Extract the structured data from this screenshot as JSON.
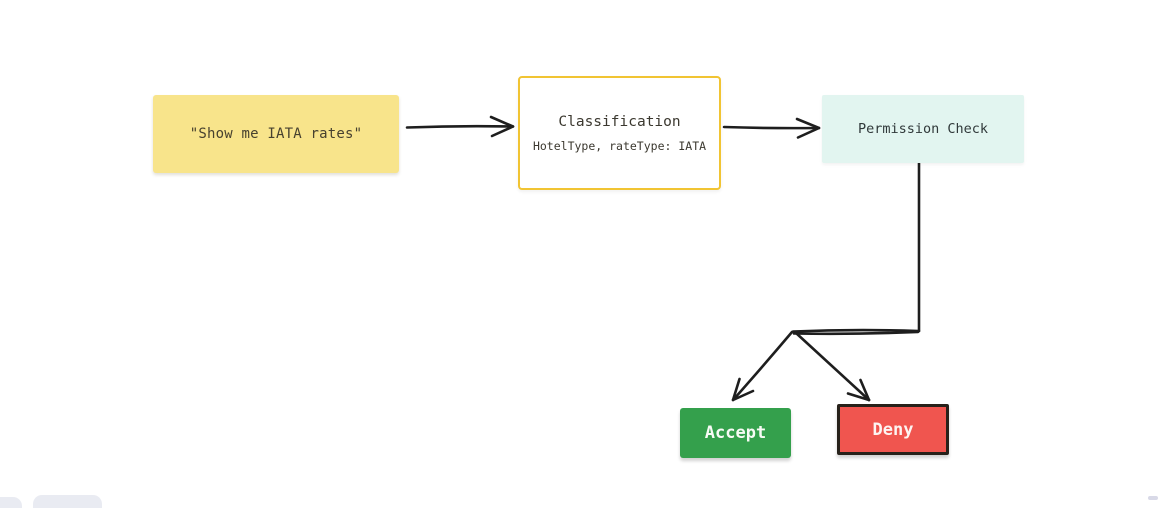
{
  "canvas": {
    "background": "#ffffff"
  },
  "diagram": {
    "query_node": {
      "label": "\"Show me IATA rates\"",
      "fill": "#F8E48B",
      "text_color": "#47412F"
    },
    "classification_node": {
      "title": "Classification",
      "subtitle": "HotelType, rateType: IATA",
      "fill": "#FFFFFF",
      "border_color": "#F1C433",
      "text_color": "#3B382F"
    },
    "permission_node": {
      "label": "Permission Check",
      "fill": "#E2F5F0",
      "text_color": "#30393A"
    },
    "accept_node": {
      "label": "Accept",
      "fill": "#34A04C",
      "text_color": "#F7FBF5"
    },
    "deny_node": {
      "label": "Deny",
      "fill": "#F0554F",
      "border_color": "#27211A",
      "text_color": "#FDF4F2"
    },
    "connector_color": "#1E1E1E"
  },
  "toolbar_fragments": {
    "fill": "#E9EBF2"
  }
}
